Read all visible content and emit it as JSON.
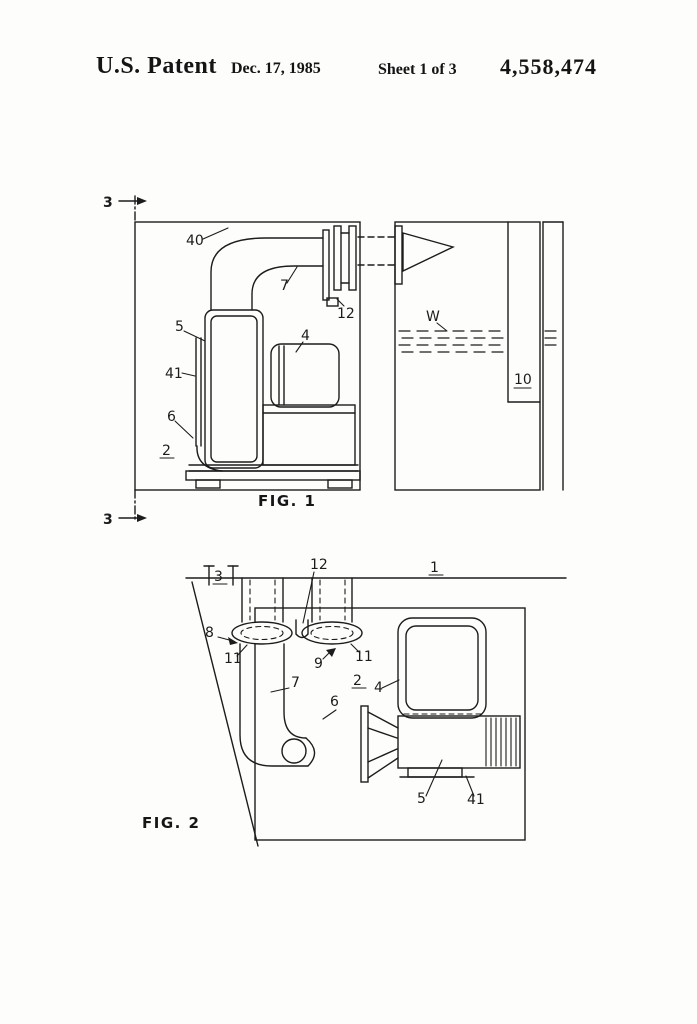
{
  "header": {
    "title": "U.S. Patent",
    "date": "Dec. 17, 1985",
    "sheet": "Sheet 1 of 3",
    "patent_number": "4,558,474"
  },
  "fig1": {
    "caption": "FIG. 1",
    "labels": {
      "section_top": "3",
      "section_bottom": "3",
      "duct_outer": "40",
      "duct": "7",
      "flange": "12",
      "housing": "5",
      "motor": "4",
      "guide": "41",
      "bend": "6",
      "room": "2",
      "water": "W",
      "channel": "10"
    }
  },
  "fig2": {
    "caption": "FIG. 2",
    "labels": {
      "section": "3",
      "deck": "1",
      "clamp": "12",
      "inlet": "8",
      "flange_left": "11",
      "flange_right": "11",
      "gap": "9",
      "duct": "7",
      "room": "2",
      "bend": "6",
      "motor": "4",
      "housing": "5",
      "guide": "41"
    }
  }
}
